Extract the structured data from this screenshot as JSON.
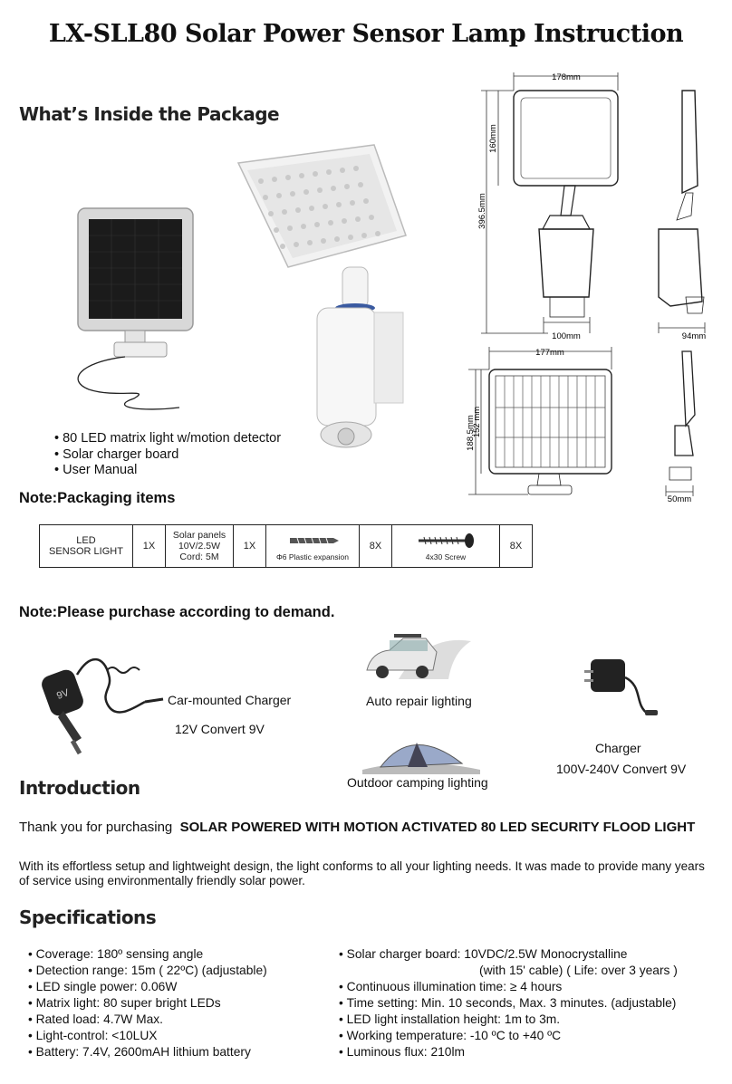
{
  "title": "LX-SLL80 Solar Power Sensor Lamp Instruction",
  "package": {
    "heading": "What’s Inside the Package",
    "items": [
      "80 LED matrix light w/motion detector",
      "Solar charger board",
      "User Manual"
    ]
  },
  "dimensions": {
    "top_width": "178mm",
    "height_panel": "160mm",
    "height_total": "396.5mm",
    "base_width": "100mm",
    "side_depth": "94mm",
    "solar_width": "177mm",
    "solar_height_total": "188.5mm",
    "solar_height_panel": "152 mm",
    "solar_depth": "50mm"
  },
  "packaging": {
    "heading": "Note:Packaging items",
    "cells": [
      {
        "label_line1": "LED",
        "label_line2": "SENSOR LIGHT",
        "qty": "1X"
      },
      {
        "label_line1": "Solar panels",
        "label_line2": "10V/2.5W",
        "label_line3": "Cord:  5M",
        "qty": "1X"
      },
      {
        "label": "Φ6 Plastic expansion",
        "qty": "8X"
      },
      {
        "label": "4x30 Screw",
        "qty": "8X"
      }
    ]
  },
  "purchase": {
    "heading": "Note:Please purchase according to demand.",
    "car_charger_title": "Car-mounted Charger",
    "car_charger_spec": "12V Convert 9V",
    "car_charger_badge": "9V",
    "auto_repair": "Auto repair lighting",
    "camping": "Outdoor camping lighting",
    "charger_title": "Charger",
    "charger_spec": "100V-240V Convert 9V"
  },
  "introduction": {
    "heading": "Introduction",
    "lead": "Thank you for purchasing",
    "product": "SOLAR POWERED WITH MOTION ACTIVATED 80 LED SECURITY FLOOD LIGHT",
    "body": "With its effortless setup and lightweight design, the light conforms to all your lighting needs. It was made to provide many years of service using environmentally friendly solar power."
  },
  "specifications": {
    "heading": "Specifications",
    "left": [
      "Coverage: 180º sensing angle",
      "Detection range: 15m ( 22ºC) (adjustable)",
      "LED single power: 0.06W",
      "Matrix light: 80 super bright LEDs",
      "Rated load: 4.7W Max.",
      "Light-control: <10LUX",
      "Battery: 7.4V, 2600mAH lithium battery"
    ],
    "right_first": "Solar charger board: 10VDC/2.5W Monocrystalline",
    "right_first_cont": "(with 15' cable) ( Life: over 3 years )",
    "right": [
      "Continuous illumination time: ≥ 4 hours",
      "Time setting: Min. 10 seconds, Max. 3 minutes. (adjustable)",
      "LED light installation height: 1m to 3m.",
      "Working temperature: -10 ºC to +40 ºC",
      "Luminous flux: 210lm"
    ]
  }
}
